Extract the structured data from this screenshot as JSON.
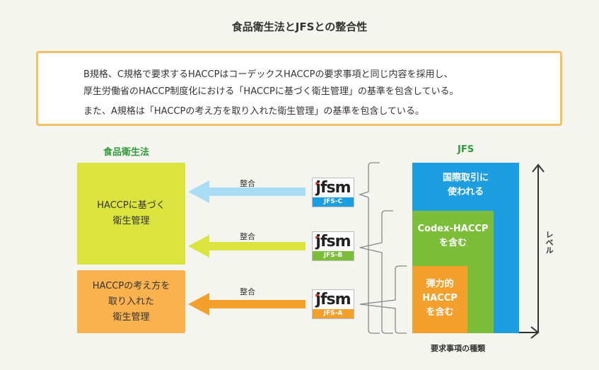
{
  "title": "食品衛生法とJFSとの整合性",
  "note": {
    "line1": "B規格、C規格で要求するHACCPはコーデックスHACCPの要求事項と同じ内容を採用し、",
    "line2": "厚生労働省のHACCP制度化における「HACCPに基づく衛生管理」の基準を包含している。",
    "line3": "また、A規格は「HACCPの考え方を取り入れた衛生管理」の基準を包含している。"
  },
  "left_column": {
    "heading": "食品衛生法",
    "box_haccp": "HACCPに基づく\n衛生管理",
    "box_haccp_concept": "HACCPの考え方を\n取り入れた\n衛生管理"
  },
  "arrows": [
    {
      "label": "整合",
      "color": "#a9dcf5"
    },
    {
      "label": "整合",
      "color": "#dbe33f"
    },
    {
      "label": "整合",
      "color": "#f3a02c"
    }
  ],
  "badges": [
    {
      "logo": "jfsm",
      "tag": "JFS-C",
      "color": "#1d9ee0"
    },
    {
      "logo": "jfsm",
      "tag": "JFS-B",
      "color": "#7cbd3a"
    },
    {
      "logo": "jfsm",
      "tag": "JFS-A",
      "color": "#f3a02c"
    }
  ],
  "right_column": {
    "heading": "JFS",
    "level_c": "国際取引に\n使われる",
    "level_b": "Codex-HACCP\nを含む",
    "level_a": "弾力的\nHACCP\nを含む"
  },
  "axes": {
    "y_label": "レベル",
    "x_label": "要求事項の種類"
  },
  "colors": {
    "blue": "#1d9ee0",
    "green": "#7cbd3a",
    "orange": "#f3a02c",
    "lime": "#dbe33f",
    "light_orange": "#f9b24e",
    "heading_green": "#2f9a3a",
    "note_border": "#f5c063"
  }
}
